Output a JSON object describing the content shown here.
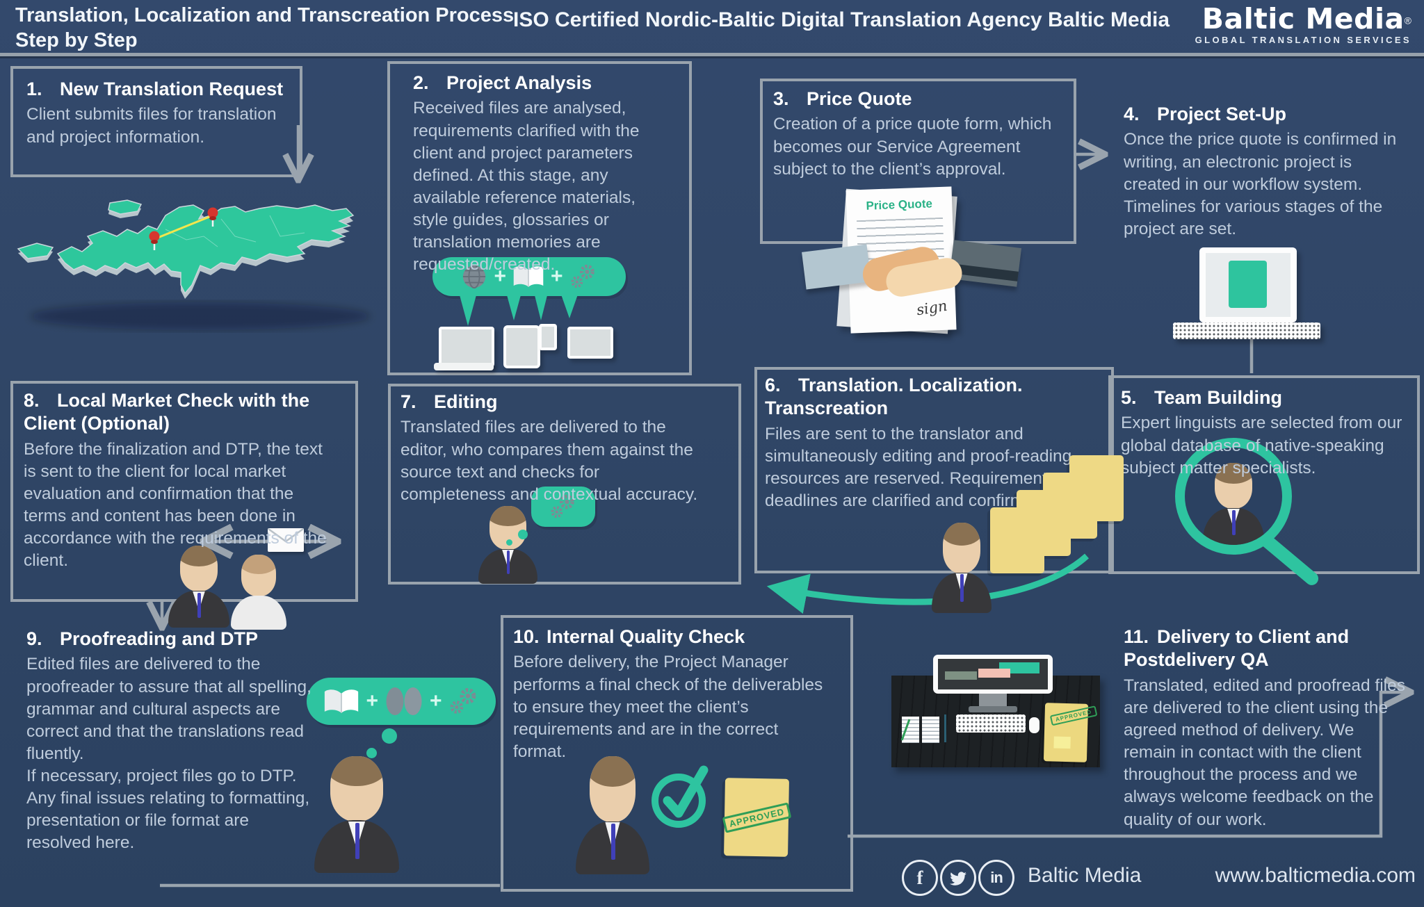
{
  "header": {
    "title_line1": "Translation, Localization and Transcreation Process",
    "title_line2": "Step by Step",
    "center_title": "ISO Certified Nordic-Baltic Digital Translation Agency Baltic Media",
    "logo": {
      "name": "Baltic Media",
      "registered": "®",
      "tagline": "GLOBAL TRANSLATION SERVICES"
    }
  },
  "steps": [
    {
      "number": "1.",
      "title": "New Translation Request",
      "body": "Client submits files for translation and project information."
    },
    {
      "number": "2.",
      "title": "Project Analysis",
      "body": "Received files are analysed, requirements clarified with the client and project parameters defined. At this stage, any available reference materials, style guides, glossaries or translation memories are requested/created."
    },
    {
      "number": "3.",
      "title": "Price Quote",
      "body": "Creation of a price quote form, which becomes our Service Agreement subject to the client’s approval."
    },
    {
      "number": "4.",
      "title": "Project Set-Up",
      "body": "Once the price quote is confirmed in writing, an electronic project is created in our workflow system. Timelines for various stages of the project are set."
    },
    {
      "number": "5.",
      "title": "Team Building",
      "body": "Expert linguists are selected from our global database of native-speaking subject matter specialists."
    },
    {
      "number": "6.",
      "title": "Translation. Localization. Transcreation",
      "body": "Files are sent to the translator and simultaneously editing and proof-reading resources are reserved. Requirements and deadlines are clarified and confirmed."
    },
    {
      "number": "7.",
      "title": "Editing",
      "body": "Translated files are delivered to the editor, who compares them against the source text and checks for completeness and contextual accuracy."
    },
    {
      "number": "8.",
      "title": "Local Market Check with the Client (Optional)",
      "body": "Before the finalization and DTP, the text is sent to the client for local market evaluation and confirmation that the terms and content has been done in accordance with the requirements of the client."
    },
    {
      "number": "9.",
      "title": "Proofreading and DTP",
      "body": "Edited files are delivered to the proofreader to assure that all spelling, grammar and cultural aspects are correct and that the translations read fluently.\nIf necessary, project files go to DTP. Any final issues relating to formatting, presentation or file format are resolved here."
    },
    {
      "number": "10.",
      "title": "Internal Quality Check",
      "body": "Before delivery, the Project Manager performs a final check of the deliverables to ensure they meet the client’s requirements and are in the correct format."
    },
    {
      "number": "11.",
      "title": "Delivery to Client and Postdelivery QA",
      "body": "Translated, edited and proofread files are delivered to the client using the agreed method of delivery. We remain in contact with the client throughout the process and we always welcome feedback on the quality of our work."
    }
  ],
  "illustrations": {
    "price_quote_title": "Price Quote",
    "sign_label": "sign",
    "approved_label": "APPROVED"
  },
  "icons": {
    "plus": "+"
  },
  "footer": {
    "brand": "Baltic Media",
    "website": "www.balticmedia.com",
    "social": [
      {
        "name": "facebook",
        "glyph": "f"
      },
      {
        "name": "twitter",
        "glyph": ""
      },
      {
        "name": "linkedin",
        "glyph": "in"
      }
    ]
  },
  "colors": {
    "background": "#2f4565",
    "accent_teal": "#2ec4a0",
    "box_border": "#99a3ad",
    "title_text": "#ffffff",
    "body_text": "#bfccdc",
    "folder_yellow": "#eed985",
    "stamp_green": "#2f9e57",
    "map_green": "#2ec79c",
    "pin_red": "#d6362e"
  }
}
